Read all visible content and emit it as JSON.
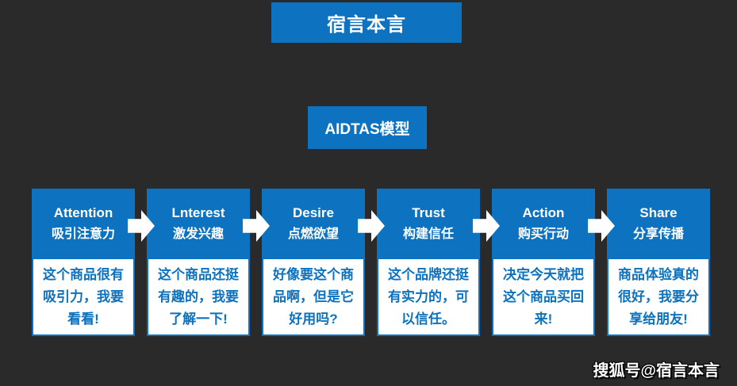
{
  "colors": {
    "background": "#2a2a2a",
    "accent_blue": "#0d73c0",
    "card_text_blue": "#0d72be",
    "text_white": "#ffffff"
  },
  "banner": {
    "title": "宿言本言"
  },
  "model": {
    "title": "AIDTAS模型"
  },
  "stages": [
    {
      "en": "Attention",
      "zh": "吸引注意力",
      "desc": "这个商品很有\n吸引力，我要\n看看!"
    },
    {
      "en": "Lnterest",
      "zh": "激发兴趣",
      "desc": "这个商品还挺\n有趣的，我要\n了解一下!"
    },
    {
      "en": "Desire",
      "zh": "点燃欲望",
      "desc": "好像要这个商\n品啊，但是它\n好用吗?"
    },
    {
      "en": "Trust",
      "zh": "构建信任",
      "desc": "这个品牌还挺\n有实力的，可\n以信任。"
    },
    {
      "en": "Action",
      "zh": "购买行动",
      "desc": "决定今天就把\n这个商品买回\n来!"
    },
    {
      "en": "Share",
      "zh": "分享传播",
      "desc": "商品体验真的\n很好，我要分\n享给朋友!"
    }
  ],
  "watermark": {
    "text": "搜狐号@宿言本言"
  }
}
